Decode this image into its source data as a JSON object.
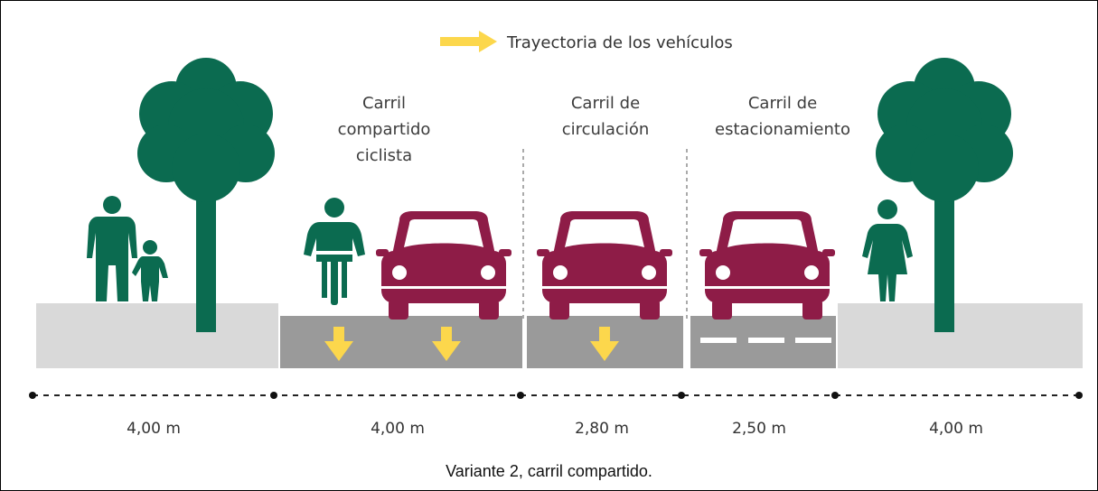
{
  "legend": {
    "label": "Trayectoria de los vehículos"
  },
  "lanes": {
    "bike": {
      "line1": "Carril",
      "line2": "compartido",
      "line3": "ciclista"
    },
    "traffic": {
      "line1": "Carril de",
      "line2": "circulación"
    },
    "parking": {
      "line1": "Carril de",
      "line2": "estacionamiento"
    }
  },
  "dimensions": [
    "4,00 m",
    "4,00 m",
    "2,80 m",
    "2,50 m",
    "4,00 m"
  ],
  "caption": "Variante 2, carril compartido.",
  "colors": {
    "tree": "#0b6b50",
    "car": "#8e1c47",
    "arrow": "#fcd74c",
    "sidewalk": "#d9d9d9",
    "road": "#9a9a9a"
  }
}
